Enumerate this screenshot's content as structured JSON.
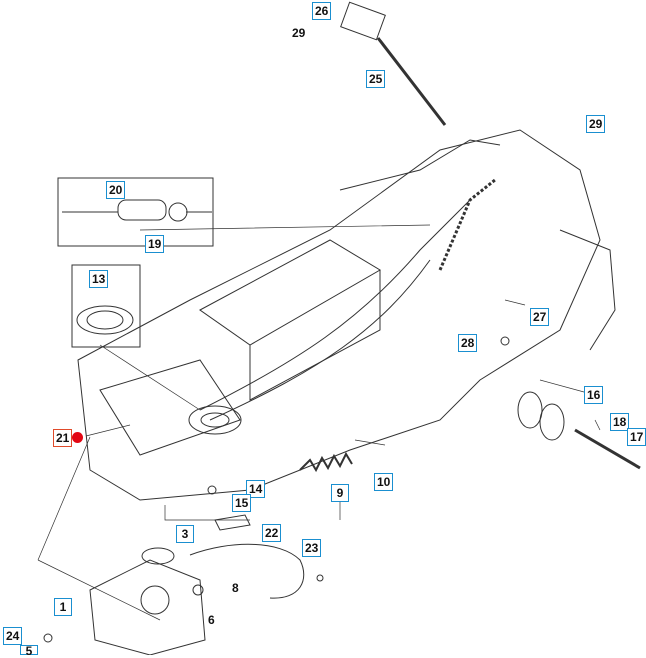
{
  "diagram": {
    "callouts_boxed": [
      {
        "id": "c26",
        "text": "26",
        "selected": false
      },
      {
        "id": "c25",
        "text": "25",
        "selected": false
      },
      {
        "id": "c29a",
        "text": "29",
        "selected": false
      },
      {
        "id": "c20",
        "text": "20",
        "selected": false
      },
      {
        "id": "c19",
        "text": "19",
        "selected": false
      },
      {
        "id": "c13",
        "text": "13",
        "selected": false
      },
      {
        "id": "c27",
        "text": "27",
        "selected": false
      },
      {
        "id": "c28",
        "text": "28",
        "selected": false
      },
      {
        "id": "c16",
        "text": "16",
        "selected": false
      },
      {
        "id": "c21",
        "text": "21",
        "selected": true
      },
      {
        "id": "c18",
        "text": "18",
        "selected": false
      },
      {
        "id": "c17",
        "text": "17",
        "selected": false
      },
      {
        "id": "c10",
        "text": "10",
        "selected": false
      },
      {
        "id": "c14",
        "text": "14",
        "selected": false
      },
      {
        "id": "c15",
        "text": "15",
        "selected": false
      },
      {
        "id": "c9",
        "text": "9",
        "selected": false
      },
      {
        "id": "c3",
        "text": "3",
        "selected": false
      },
      {
        "id": "c22",
        "text": "22",
        "selected": false
      },
      {
        "id": "c23",
        "text": "23",
        "selected": false
      },
      {
        "id": "c1",
        "text": "1",
        "selected": false
      },
      {
        "id": "c24",
        "text": "24",
        "selected": false
      },
      {
        "id": "c5",
        "text": "5",
        "selected": false
      }
    ],
    "callouts_plain": [
      {
        "id": "p29",
        "text": "29"
      },
      {
        "id": "p8",
        "text": "8"
      },
      {
        "id": "p6",
        "text": "6"
      }
    ]
  }
}
